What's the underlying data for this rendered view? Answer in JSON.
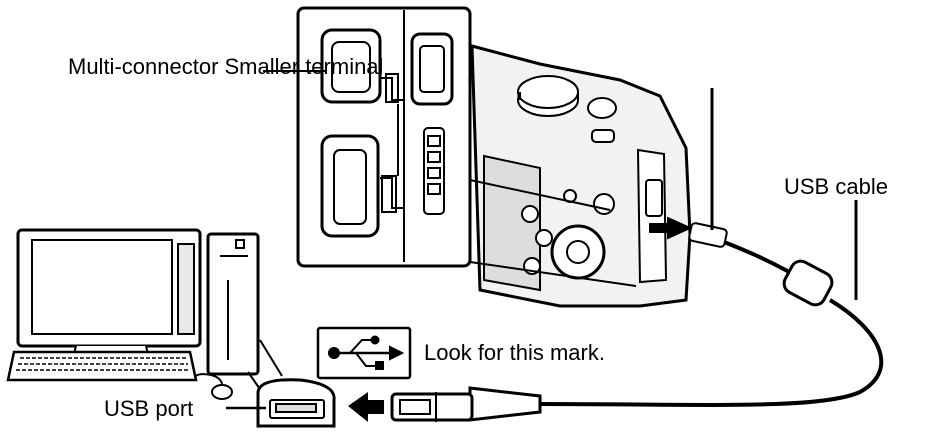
{
  "labels": {
    "multi_connector": "Multi-connector Smaller terminal",
    "usb_cable": "USB cable",
    "look_for_mark": "Look for this mark.",
    "usb_port": "USB port"
  },
  "colors": {
    "line": "#000000",
    "background": "#ffffff",
    "shade": "#d9d9d9"
  },
  "icons": [
    "computer-monitor-icon",
    "pc-tower-icon",
    "keyboard-icon",
    "mouse-icon",
    "camera-icon",
    "usb-symbol-icon",
    "arrow-left-icon",
    "usb-plug-icon"
  ]
}
